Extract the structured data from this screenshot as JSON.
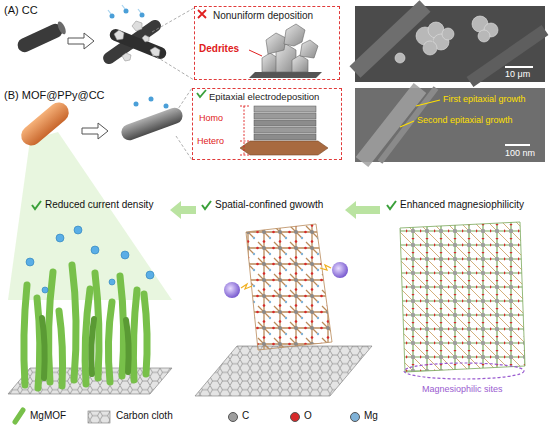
{
  "diagram": {
    "nodes": [
      {
        "text": [
          "Nonuniform deposition",
          "Dedrites"
        ]
      },
      {
        "text": [
          "10 μm"
        ]
      },
      {
        "text": [
          "Epitaxial electrodeposition",
          "Homo",
          "Hetero"
        ]
      },
      {
        "text": [
          "First epitaxial growth",
          "Second epitaxial growth",
          "100 nm"
        ]
      }
    ],
    "labels": [
      "(A) CC",
      "(B) MOF@PPy@CC",
      "Reduced current density",
      "Spatial-confined gwowth",
      "Enhanced magnesiophilicity",
      "Magnesiophilic sites"
    ],
    "legend": [
      {
        "text": "MgMOF"
      },
      {
        "text": "Carbon cloth"
      },
      {
        "text": "C",
        "color": "#9e9e9e"
      },
      {
        "text": "O",
        "color": "#d62a2a"
      },
      {
        "text": "Mg",
        "color": "#7fb2d8"
      }
    ]
  }
}
